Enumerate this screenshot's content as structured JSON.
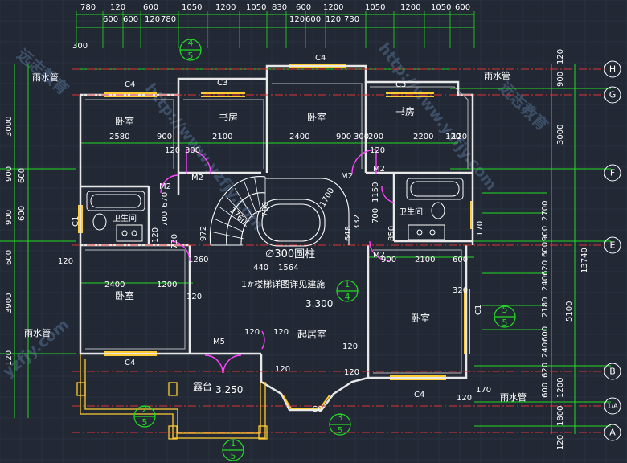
{
  "top_dims_row1": [
    "780",
    "120",
    "600",
    "1050",
    "1200",
    "1050",
    "830",
    "600",
    "1200",
    "1050",
    "1200",
    "1050",
    "600"
  ],
  "top_dims_row2": [
    "600",
    "600",
    "120",
    "780",
    "120",
    "600",
    "120",
    "730"
  ],
  "left_dims": [
    "3000",
    "900",
    "600",
    "600",
    "900",
    "600",
    "3900",
    "120"
  ],
  "right_dims_inner": [
    "120",
    "900",
    "3000",
    "2700",
    "900",
    "600",
    "620",
    "240",
    "2180",
    "600",
    "240",
    "620",
    "600",
    "1200",
    "1800",
    "120"
  ],
  "right_dims_outer": [
    "5100",
    "13740"
  ],
  "axes_right": [
    "H",
    "G",
    "F",
    "E",
    "B",
    "1/A",
    "A"
  ],
  "rooms": {
    "bedroom_a": "卧室",
    "study_a": "书房",
    "bedroom_b": "卧室",
    "study_b": "书房",
    "bath_a": "卫生间",
    "bath_b": "卫生间",
    "bedroom_c": "卧室",
    "bedroom_d": "卧室",
    "living": "起居室",
    "terrace": "露台"
  },
  "labels": {
    "downpipe_tl": "雨水管",
    "downpipe_tr": "雨水管",
    "downpipe_bl": "雨水管",
    "downpipe_br": "雨水管",
    "c4_top": "C4",
    "c4_left": "C4",
    "c3_a": "C3",
    "c3_b": "C3",
    "c4_bottom_l": "C4",
    "c4_bottom_r": "C4",
    "m2_a": "M2",
    "m2_b": "M2",
    "m2_c": "M2",
    "m2_d": "M2",
    "m2_e": "M2",
    "m5": "M5",
    "c6": "C6",
    "column": "∅300圆柱",
    "stair_note": "1#楼梯详图详见建施",
    "level_main": "3.300",
    "level_terrace": "3.250",
    "n300": "300",
    "c1": "C1",
    "c1b": "C1"
  },
  "inner_dims": {
    "d2580": "2580",
    "d900a": "900",
    "d2100a": "2100",
    "d2400a": "2400",
    "d900b": "900",
    "d300a": "300",
    "d200": "200",
    "d2200": "2200",
    "d120a": "120",
    "d120b": "120",
    "d300b": "300",
    "d1260": "1260",
    "d440": "440",
    "d1564": "1564",
    "d2400b": "2400",
    "d1200": "1200",
    "d120c": "120",
    "d2100b": "2100",
    "d600": "600",
    "d900c": "900",
    "d120d": "120",
    "d320": "320",
    "d1150": "1150",
    "d700a": "700",
    "d700b": "700",
    "d850": "850",
    "d972": "972",
    "d1700": "1700",
    "d1760": "1760",
    "d730": "730",
    "d670": "670",
    "d700c": "700",
    "d120e": "120",
    "d120f": "120",
    "d120g": "120",
    "d120h": "120",
    "d120i": "120",
    "d120j": "120",
    "d120k": "120",
    "d170a": "170",
    "d170b": "170",
    "d120l": "120",
    "d120m": "120",
    "d648": "648",
    "d332": "332"
  },
  "callouts": {
    "c45_top": "4",
    "c45_bot": "5",
    "c14_top": "1",
    "c14_bot": "4",
    "c55_top": "5",
    "c55_bot": "5",
    "c25_top": "2",
    "c25_bot": "5",
    "c35_top": "3",
    "c35_bot": "5",
    "c15_top": "1",
    "c15_bot": "5"
  },
  "watermarks": [
    "http://www.yzfjy.com",
    "http://www.yzfjy.com",
    "yzfjy.com",
    "远志教育",
    "远志教育"
  ],
  "colors": {
    "background": "#222834",
    "grid": "#2f3a4c",
    "dimension": "#22dd22",
    "wall": "#e8e8e8",
    "window": "#ffcc33",
    "door": "#ff44ff",
    "stair": "#ffffff",
    "axis_line": "#dd3333"
  }
}
